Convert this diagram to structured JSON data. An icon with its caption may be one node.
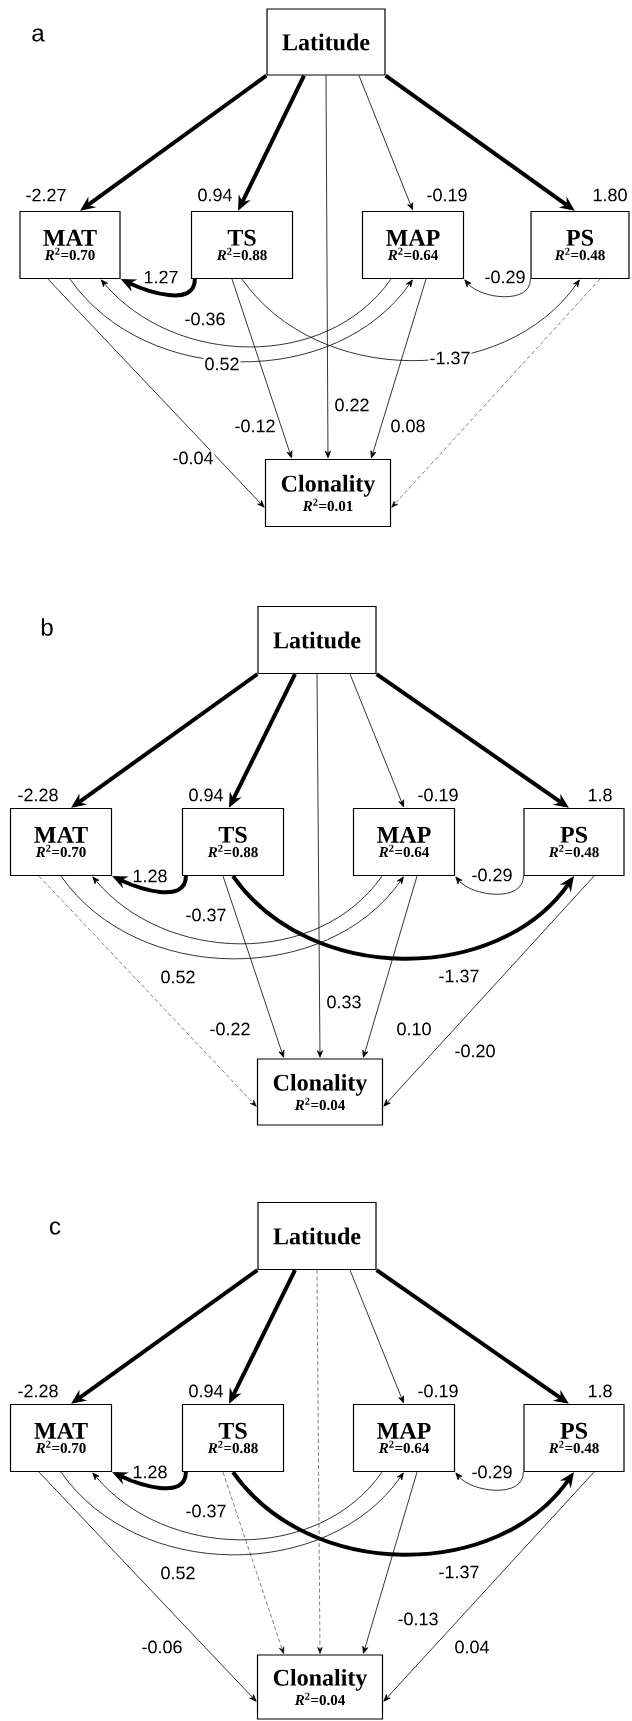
{
  "diagram": {
    "nodes": [
      {
        "text": [
          "Latitude"
        ]
      },
      {
        "text": [
          "MAT",
          "*R*$^{2}$=0.70"
        ]
      },
      {
        "text": [
          "TS",
          "*R*$^{2}$=0.88"
        ]
      },
      {
        "text": [
          "MAP",
          "*R*$^{2}$=0.64"
        ]
      },
      {
        "text": [
          "PS",
          "*R*$^{2}$=0.48"
        ]
      },
      {
        "text": [
          "Clonality",
          "*R*$^{2}$=0.01"
        ]
      },
      {
        "text": [
          "Latitude"
        ]
      },
      {
        "text": [
          "MAT",
          "*R*$^{2}$=0.70"
        ]
      },
      {
        "text": [
          "TS",
          "*R*$^{2}$=0.88"
        ]
      },
      {
        "text": [
          "MAP",
          "*R*$^{2}$=0.64"
        ]
      },
      {
        "text": [
          "PS",
          "*R*$^{2}$=0.48"
        ]
      },
      {
        "text": [
          "Clonality",
          "*R*$^{2}$=0.04"
        ]
      },
      {
        "text": [
          "Latitude"
        ]
      },
      {
        "text": [
          "MAT",
          "*R*$^{2}$=0.70"
        ]
      },
      {
        "text": [
          "TS",
          "*R*$^{2}$=0.88"
        ]
      },
      {
        "text": [
          "MAP",
          "*R*$^{2}$=0.64"
        ]
      },
      {
        "text": [
          "PS",
          "*R*$^{2}$=0.48"
        ]
      },
      {
        "text": [
          "Clonality",
          "*R*$^{2}$=0.04"
        ]
      }
    ],
    "edges": [
      {
        "from": 0,
        "to": 1,
        "arrow": "to",
        "label": "-2.27",
        "style": "thick"
      },
      {
        "from": 0,
        "to": 2,
        "arrow": "to",
        "label": "0.94",
        "style": "thick"
      },
      {
        "from": 0,
        "to": 3,
        "arrow": "to",
        "label": "-0.19"
      },
      {
        "from": 0,
        "to": 4,
        "arrow": "to",
        "label": "1.80",
        "style": "thick"
      },
      {
        "from": 2,
        "to": 1,
        "arrow": "to",
        "label": "1.27",
        "style": "thick"
      },
      {
        "from": 3,
        "to": 1,
        "arrow": "to",
        "label": "-0.36"
      },
      {
        "from": 1,
        "to": 3,
        "arrow": "to",
        "label": "0.52"
      },
      {
        "from": 2,
        "to": 4,
        "arrow": "to",
        "label": "-1.37"
      },
      {
        "from": 4,
        "to": 3,
        "arrow": "to",
        "label": "-0.29"
      },
      {
        "from": 1,
        "to": 5,
        "arrow": "to",
        "label": "-0.04"
      },
      {
        "from": 2,
        "to": 5,
        "arrow": "to",
        "label": "-0.12"
      },
      {
        "from": 0,
        "to": 5,
        "arrow": "to",
        "label": "0.22"
      },
      {
        "from": 3,
        "to": 5,
        "arrow": "to",
        "label": "0.08"
      },
      {
        "from": 4,
        "to": 5,
        "arrow": "to",
        "style": "dashed"
      },
      {
        "from": 6,
        "to": 7,
        "arrow": "to",
        "label": "-2.28",
        "style": "thick"
      },
      {
        "from": 6,
        "to": 8,
        "arrow": "to",
        "label": "0.94",
        "style": "thick"
      },
      {
        "from": 6,
        "to": 9,
        "arrow": "to",
        "label": "-0.19"
      },
      {
        "from": 6,
        "to": 10,
        "arrow": "to",
        "label": "1.8",
        "style": "thick"
      },
      {
        "from": 8,
        "to": 7,
        "arrow": "to",
        "label": "1.28",
        "style": "thick"
      },
      {
        "from": 9,
        "to": 7,
        "arrow": "to",
        "label": "-0.37"
      },
      {
        "from": 7,
        "to": 9,
        "arrow": "to",
        "label": "0.52"
      },
      {
        "from": 8,
        "to": 10,
        "arrow": "to",
        "label": "-1.37",
        "style": "thick"
      },
      {
        "from": 10,
        "to": 9,
        "arrow": "to",
        "label": "-0.29"
      },
      {
        "from": 7,
        "to": 11,
        "arrow": "to",
        "style": "dashed"
      },
      {
        "from": 8,
        "to": 11,
        "arrow": "to",
        "label": "-0.22"
      },
      {
        "from": 6,
        "to": 11,
        "arrow": "to",
        "label": "0.33"
      },
      {
        "from": 9,
        "to": 11,
        "arrow": "to",
        "label": "0.10"
      },
      {
        "from": 10,
        "to": 11,
        "arrow": "to",
        "label": "-0.20"
      },
      {
        "from": 12,
        "to": 13,
        "arrow": "to",
        "label": "-2.28",
        "style": "thick"
      },
      {
        "from": 12,
        "to": 14,
        "arrow": "to",
        "label": "0.94",
        "style": "thick"
      },
      {
        "from": 12,
        "to": 15,
        "arrow": "to",
        "label": "-0.19"
      },
      {
        "from": 12,
        "to": 16,
        "arrow": "to",
        "label": "1.8",
        "style": "thick"
      },
      {
        "from": 14,
        "to": 13,
        "arrow": "to",
        "label": "1.28",
        "style": "thick"
      },
      {
        "from": 15,
        "to": 13,
        "arrow": "to",
        "label": "-0.37"
      },
      {
        "from": 13,
        "to": 15,
        "arrow": "to",
        "label": "0.52"
      },
      {
        "from": 14,
        "to": 16,
        "arrow": "to",
        "label": "-1.37",
        "style": "thick"
      },
      {
        "from": 16,
        "to": 15,
        "arrow": "to",
        "label": "-0.29"
      },
      {
        "from": 13,
        "to": 17,
        "arrow": "to",
        "label": "-0.06"
      },
      {
        "from": 14,
        "to": 17,
        "arrow": "to",
        "style": "dashed"
      },
      {
        "from": 12,
        "to": 17,
        "arrow": "to",
        "style": "dashed"
      },
      {
        "from": 15,
        "to": 17,
        "arrow": "to",
        "label": "-0.13"
      },
      {
        "from": 16,
        "to": 17,
        "arrow": "to",
        "label": "0.04"
      }
    ],
    "labels": [
      "a",
      "b",
      "c"
    ]
  }
}
